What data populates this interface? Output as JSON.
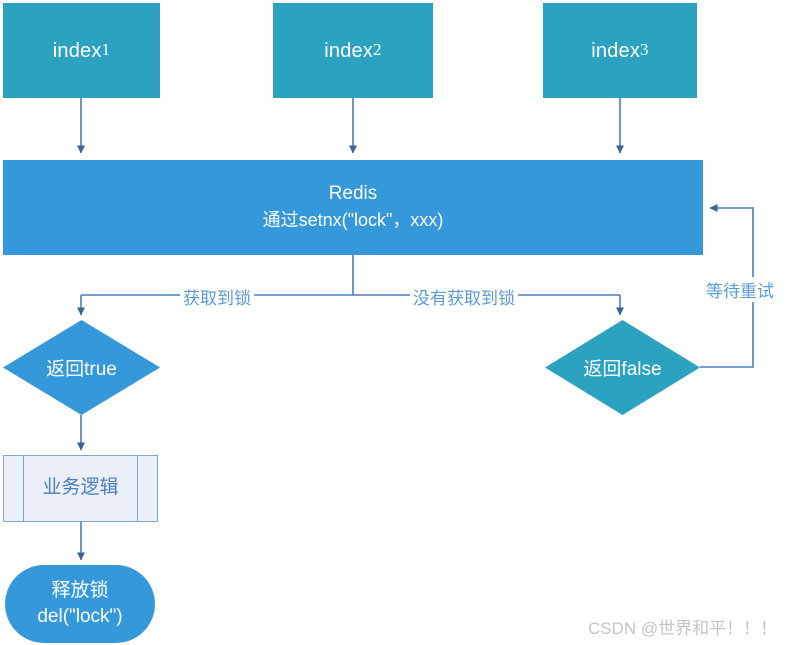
{
  "diagram": {
    "title": "Redis distributed lock flowchart",
    "colors": {
      "index_box": "#2ba2c0",
      "redis_box": "#3498db",
      "diamond_true": "#3498db",
      "diamond_false": "#2ba2c0",
      "predefined_box": "#eaeff8",
      "oval": "#3498db",
      "connector": "#4a7ebb",
      "label_text": "#5b9bd5",
      "watermark": "#c4c4c4"
    },
    "nodes": {
      "index1": {
        "label": "index",
        "subscript": "1"
      },
      "index2": {
        "label": "index",
        "subscript": "2"
      },
      "index3": {
        "label": "index",
        "subscript": "3"
      },
      "redis": {
        "line1": "Redis",
        "line2": "通过setnx(\"lock\"，xxx)"
      },
      "return_true": {
        "label": "返回true"
      },
      "return_false": {
        "label": "返回false"
      },
      "business_logic": {
        "label": "业务逻辑"
      },
      "release_lock": {
        "line1": "释放锁",
        "line2": "del(\"lock\")"
      }
    },
    "edges": {
      "got_lock": "获取到锁",
      "no_lock": "没有获取到锁",
      "wait_retry": "等待重试"
    },
    "watermark": "CSDN @世界和平！！！"
  }
}
